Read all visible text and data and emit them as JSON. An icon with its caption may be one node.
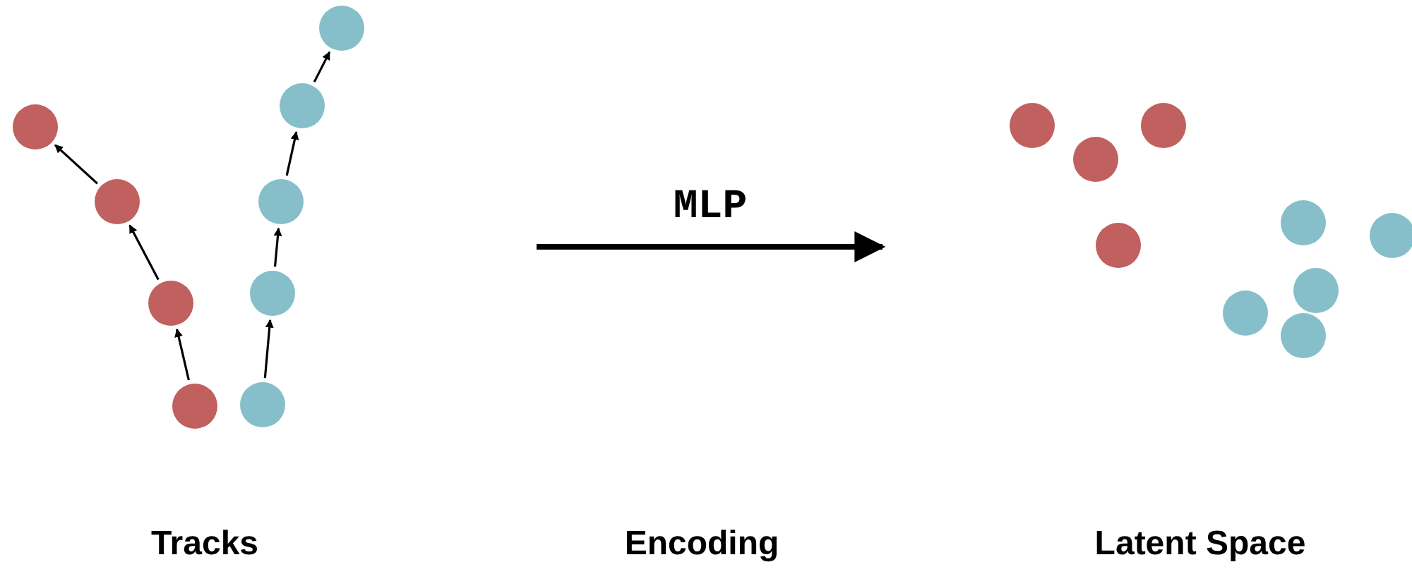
{
  "diagram": {
    "nodes": [
      {
        "text": [],
        "shape": "circle"
      },
      {
        "text": [],
        "shape": "circle"
      },
      {
        "text": [],
        "shape": "circle"
      },
      {
        "text": [],
        "shape": "circle"
      },
      {
        "text": [],
        "shape": "circle"
      },
      {
        "text": [],
        "shape": "circle"
      },
      {
        "text": [],
        "shape": "circle"
      },
      {
        "text": [],
        "shape": "circle"
      },
      {
        "text": [],
        "shape": "circle"
      },
      {
        "text": [],
        "shape": "circle"
      },
      {
        "text": [],
        "shape": "circle"
      },
      {
        "text": [],
        "shape": "circle"
      },
      {
        "text": [],
        "shape": "circle"
      },
      {
        "text": [],
        "shape": "circle"
      },
      {
        "text": [],
        "shape": "circle"
      },
      {
        "text": [],
        "shape": "circle"
      },
      {
        "text": [],
        "shape": "circle"
      },
      {
        "text": [],
        "shape": "circle"
      }
    ],
    "edges": [
      {
        "from": 0,
        "to": 1,
        "arrow": "to"
      },
      {
        "from": 1,
        "to": 2,
        "arrow": "to"
      },
      {
        "from": 2,
        "to": 3,
        "arrow": "to"
      },
      {
        "from": 4,
        "to": 5,
        "arrow": "to"
      },
      {
        "from": 5,
        "to": 6,
        "arrow": "to"
      },
      {
        "from": 6,
        "to": 7,
        "arrow": "to"
      },
      {
        "from": 7,
        "to": 8,
        "arrow": "to"
      }
    ],
    "labels": [
      "MLP",
      "Tracks",
      "Encoding",
      "Latent Space"
    ]
  }
}
